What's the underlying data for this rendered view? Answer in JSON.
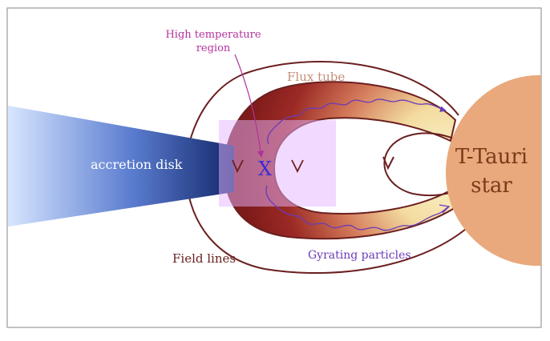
{
  "labels": {
    "high_temp": [
      "High temperature",
      "region"
    ],
    "flux_tube": "Flux tube",
    "accretion_disk": "accretion disk",
    "star": [
      "T-Tauri",
      "star"
    ],
    "field_lines": "Field lines",
    "gyrating": "Gyrating particles",
    "marker": "X"
  },
  "colors": {
    "field_line": "#6b1f1f",
    "flux_tube_outer": "#8a1e1e",
    "flux_tube_inner": "#f6edb8",
    "star": "#e9a97c",
    "star_text": "#7a3b1a",
    "disk_dark": "#162c6e",
    "disk_light": "#cfe0ff",
    "magenta": "#b2329b",
    "purple": "#6a3bb8",
    "flux_label": "#c58f78",
    "hot_region": "#e6b4ff"
  }
}
